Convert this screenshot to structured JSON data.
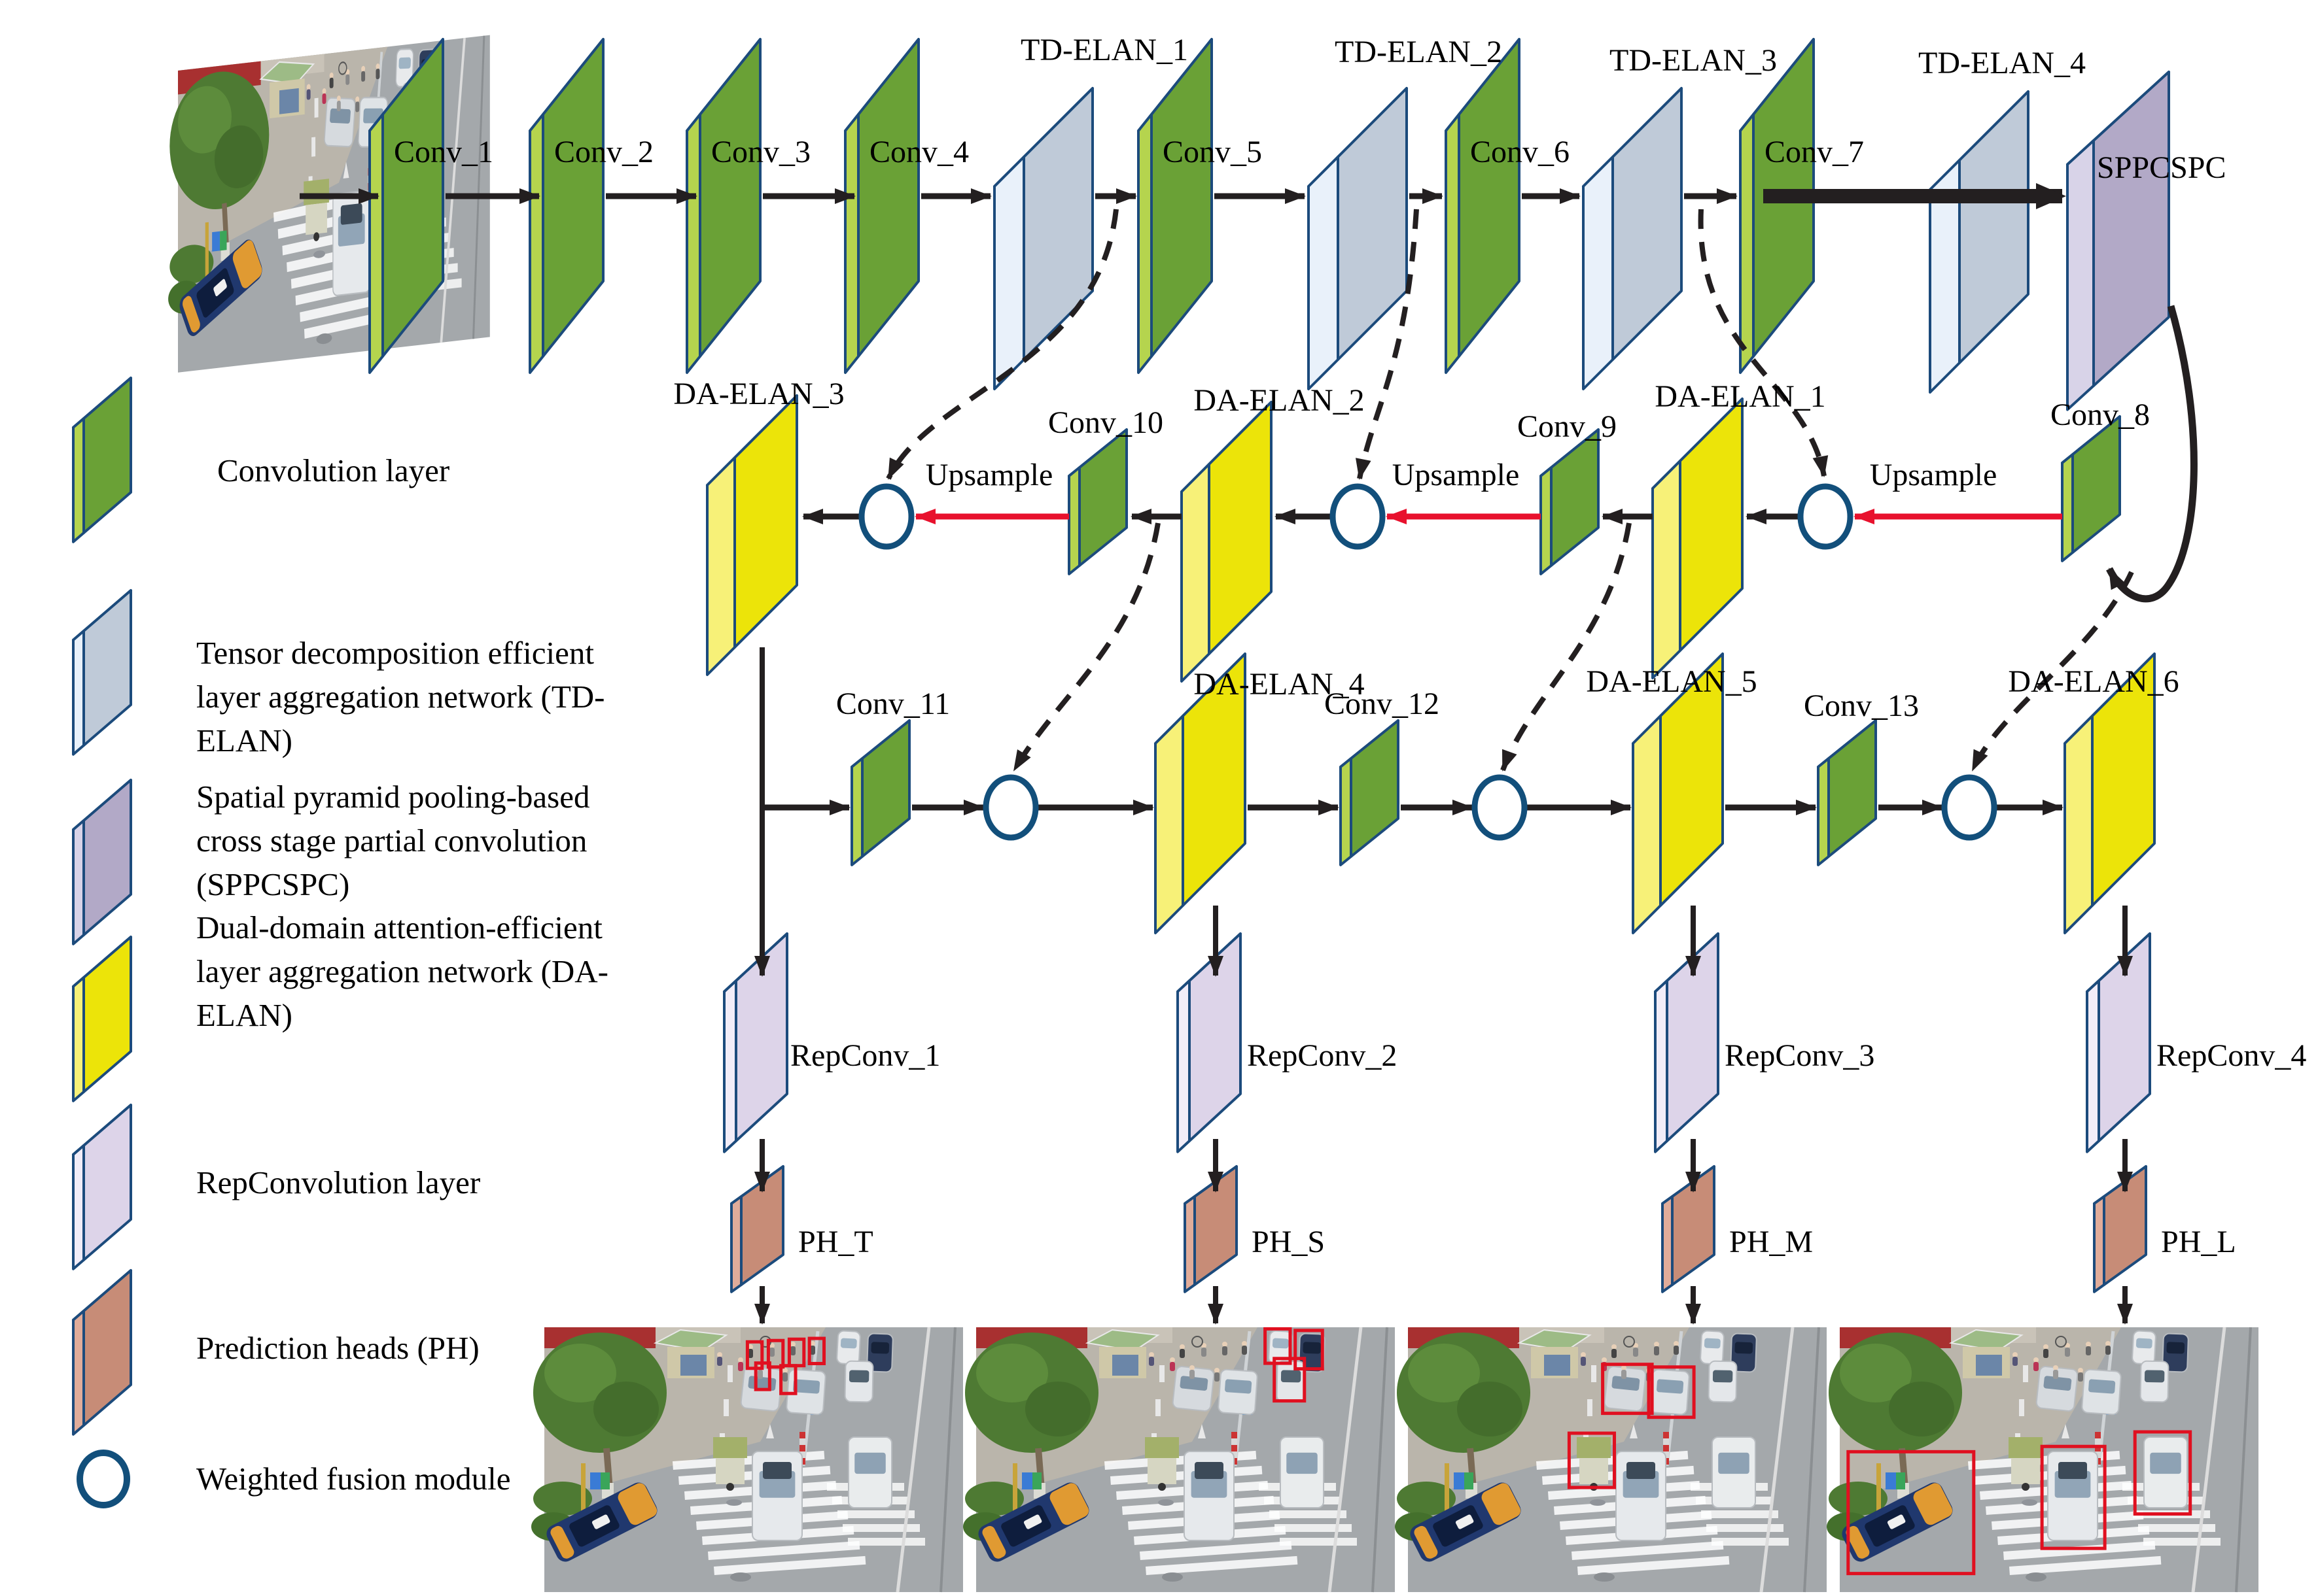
{
  "figure_title": "",
  "nodes": [
    {
      "id": "conv1",
      "label": "Conv_1",
      "type": "conv"
    },
    {
      "id": "conv2",
      "label": "Conv_2",
      "type": "conv"
    },
    {
      "id": "conv3",
      "label": "Conv_3",
      "type": "conv"
    },
    {
      "id": "conv4",
      "label": "Conv_4",
      "type": "conv"
    },
    {
      "id": "td1",
      "label": "TD-ELAN_1",
      "type": "td"
    },
    {
      "id": "conv5",
      "label": "Conv_5",
      "type": "conv"
    },
    {
      "id": "td2",
      "label": "TD-ELAN_2",
      "type": "td"
    },
    {
      "id": "conv6",
      "label": "Conv_6",
      "type": "conv"
    },
    {
      "id": "td3",
      "label": "TD-ELAN_3",
      "type": "td"
    },
    {
      "id": "conv7",
      "label": "Conv_7",
      "type": "conv"
    },
    {
      "id": "td4",
      "label": "TD-ELAN_4",
      "type": "td"
    },
    {
      "id": "sppcspc",
      "label": "SPPCSPC",
      "type": "spp"
    },
    {
      "id": "conv8",
      "label": "Conv_8",
      "type": "conv"
    },
    {
      "id": "conv9",
      "label": "Conv_9",
      "type": "conv"
    },
    {
      "id": "conv10",
      "label": "Conv_10",
      "type": "conv"
    },
    {
      "id": "da1",
      "label": "DA-ELAN_1",
      "type": "da"
    },
    {
      "id": "da2",
      "label": "DA-ELAN_2",
      "type": "da"
    },
    {
      "id": "da3",
      "label": "DA-ELAN_3",
      "type": "da"
    },
    {
      "id": "conv11",
      "label": "Conv_11",
      "type": "conv"
    },
    {
      "id": "conv12",
      "label": "Conv_12",
      "type": "conv"
    },
    {
      "id": "conv13",
      "label": "Conv_13",
      "type": "conv"
    },
    {
      "id": "da4",
      "label": "DA-ELAN_4",
      "type": "da"
    },
    {
      "id": "da5",
      "label": "DA-ELAN_5",
      "type": "da"
    },
    {
      "id": "da6",
      "label": "DA-ELAN_6",
      "type": "da"
    },
    {
      "id": "rep1",
      "label": "RepConv_1",
      "type": "rep"
    },
    {
      "id": "rep2",
      "label": "RepConv_2",
      "type": "rep"
    },
    {
      "id": "rep3",
      "label": "RepConv_3",
      "type": "rep"
    },
    {
      "id": "rep4",
      "label": "RepConv_4",
      "type": "rep"
    },
    {
      "id": "pht",
      "label": "PH_T",
      "type": "ph"
    },
    {
      "id": "phs",
      "label": "PH_S",
      "type": "ph"
    },
    {
      "id": "phm",
      "label": "PH_M",
      "type": "ph"
    },
    {
      "id": "phl",
      "label": "PH_L",
      "type": "ph"
    }
  ],
  "upsample_labels": [
    "Upsample",
    "Upsample",
    "Upsample"
  ],
  "legend": {
    "items": [
      {
        "id": "conv",
        "lines": [
          "Convolution layer"
        ]
      },
      {
        "id": "td",
        "lines": [
          "Tensor decomposition efficient",
          "layer aggregation network (TD-",
          "ELAN)"
        ]
      },
      {
        "id": "spp",
        "lines": [
          "Spatial pyramid pooling-based",
          "cross stage partial convolution",
          "(SPPCSPC)"
        ]
      },
      {
        "id": "da",
        "lines": [
          "Dual-domain attention-efficient",
          "layer aggregation network (DA-",
          "ELAN)"
        ]
      },
      {
        "id": "rep",
        "lines": [
          "RepConvolution layer"
        ]
      },
      {
        "id": "ph",
        "lines": [
          "Prediction heads (PH)"
        ]
      },
      {
        "id": "fusion",
        "lines": [
          "Weighted fusion module"
        ]
      }
    ]
  },
  "colors": {
    "conv_face": "#6aa136",
    "conv_side": "#b5d44e",
    "conv_top": "#cbe077",
    "td_face": "#bfcad8",
    "td_side": "#e9f1fa",
    "td_top": "#dfe9f5",
    "spp_face": "#b2a9c7",
    "spp_side": "#d8d3e8",
    "spp_top": "#cfc8e0",
    "da_face": "#ece409",
    "da_side": "#f7f178",
    "da_top": "#f3ec4a",
    "rep_face": "#ddd4e9",
    "rep_side": "#f2edf8",
    "rep_top": "#eae3f2",
    "ph_face": "#c78c77",
    "ph_side": "#e0ac9a",
    "ph_top": "#d69d89",
    "outline": "#1c4b7c",
    "arrow_black": "#231f20",
    "arrow_red": "#e8112d",
    "fusion_stroke": "#124f7b",
    "detection_box": "#e01020"
  },
  "detections": {
    "pht": [
      [
        0.485,
        0.055,
        0.035,
        0.1
      ],
      [
        0.535,
        0.05,
        0.035,
        0.1
      ],
      [
        0.585,
        0.045,
        0.035,
        0.1
      ],
      [
        0.633,
        0.042,
        0.035,
        0.095
      ],
      [
        0.505,
        0.135,
        0.033,
        0.1
      ],
      [
        0.565,
        0.145,
        0.035,
        0.105
      ]
    ],
    "phs": [
      [
        0.69,
        0.006,
        0.06,
        0.13
      ],
      [
        0.762,
        0.012,
        0.065,
        0.145
      ],
      [
        0.712,
        0.118,
        0.072,
        0.16
      ]
    ],
    "phm": [
      [
        0.465,
        0.14,
        0.118,
        0.185
      ],
      [
        0.575,
        0.15,
        0.108,
        0.19
      ],
      [
        0.385,
        0.4,
        0.108,
        0.205
      ]
    ],
    "phl": [
      [
        0.02,
        0.47,
        0.3,
        0.46
      ],
      [
        0.483,
        0.45,
        0.15,
        0.385
      ],
      [
        0.705,
        0.395,
        0.132,
        0.31
      ]
    ]
  }
}
